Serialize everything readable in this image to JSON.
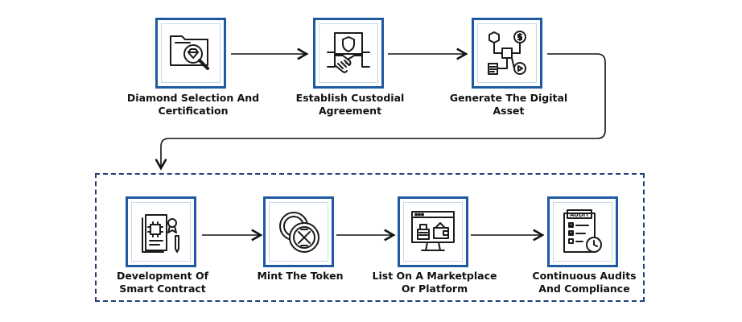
{
  "steps_row1": [
    {
      "id": "diamond",
      "icon": "diamond-search-icon",
      "line1": "Diamond Selection And",
      "line2": "Certification"
    },
    {
      "id": "custodial",
      "icon": "handshake-shield-icon",
      "line1": "Establish Custodial",
      "line2": "Agreement"
    },
    {
      "id": "digital",
      "icon": "digital-asset-network-icon",
      "line1": "Generate The Digital",
      "line2": "Asset"
    }
  ],
  "steps_row2": [
    {
      "id": "smart",
      "icon": "smart-contract-icon",
      "line1": "Development Of",
      "line2": "Smart Contract"
    },
    {
      "id": "mint",
      "icon": "token-coins-icon",
      "line1": "Mint The Token",
      "line2": ""
    },
    {
      "id": "market",
      "icon": "marketplace-monitor-icon",
      "line1": "List On A Marketplace",
      "line2": "Or Platform"
    },
    {
      "id": "audit",
      "icon": "audit-clipboard-icon",
      "line1": "Continuous Audits",
      "line2": "And Compliance"
    }
  ],
  "icon_texts": {
    "audit_word": "AUDIT"
  },
  "colors": {
    "box_border": "#1f5aa0",
    "dashed_border": "#1f3f7a",
    "arrow": "#111111",
    "icon_stroke": "#1b1b1b"
  }
}
